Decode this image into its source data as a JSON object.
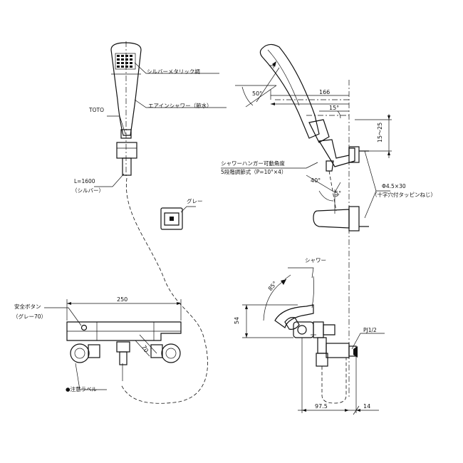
{
  "labels": {
    "silver_metallic": "シルバーメタリック調",
    "air_in_shower": "エアインシャワー（節水）",
    "toto": "TOTO",
    "hose_length": "L=1600",
    "hose_color": "（シルバー）",
    "gray": "グレー",
    "safety_button": "安全ボタン",
    "safety_button_color": "（グレー70）",
    "caution_label": "●注意ラベル",
    "shower_hanger_line1": "シャワーハンガー可動角度",
    "shower_hanger_line2": "5段階調節式（P=10°×4）",
    "screw_line1": "Φ4.5×30",
    "screw_line2": "（十字穴付タッピンねじ）",
    "shower": "シャワー",
    "pipe_thread": "PJ1/2"
  },
  "dimensions": {
    "width_250": "250",
    "depth_70": "70",
    "dim_166": "166",
    "angle_15": "15°",
    "range_15_25": "15〜25",
    "angle_50": "50°",
    "angle_40": "40°",
    "angle_5": "5°",
    "angle_85": "85°",
    "height_54": "54",
    "offset_97_5": "97.5",
    "offset_14": "14"
  }
}
